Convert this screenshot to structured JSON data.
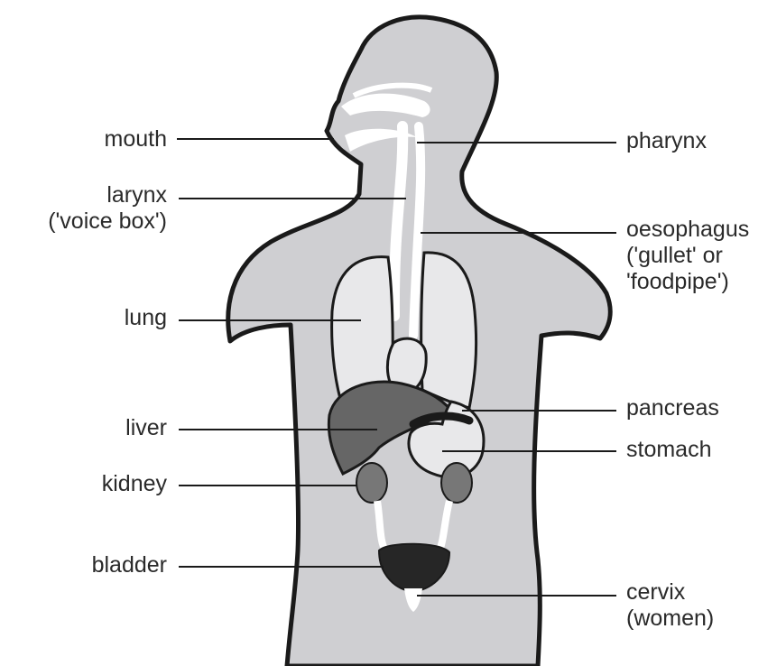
{
  "colors": {
    "body_fill": "#cfcfd2",
    "body_outline": "#1a1a1a",
    "organ_light": "#e6e6e8",
    "organ_dark": "#666666",
    "bladder": "#262626",
    "leader_line": "#1a1a1a"
  },
  "labels": {
    "mouth": "mouth",
    "larynx": [
      "larynx",
      "('voice box')"
    ],
    "lung": "lung",
    "liver": "liver",
    "kidney": "kidney",
    "bladder": "bladder",
    "pharynx": "pharynx",
    "oesophagus": [
      "oesophagus",
      "('gullet' or",
      "'foodpipe')"
    ],
    "pancreas": "pancreas",
    "stomach": "stomach",
    "cervix": [
      "cervix",
      "(women)"
    ]
  }
}
